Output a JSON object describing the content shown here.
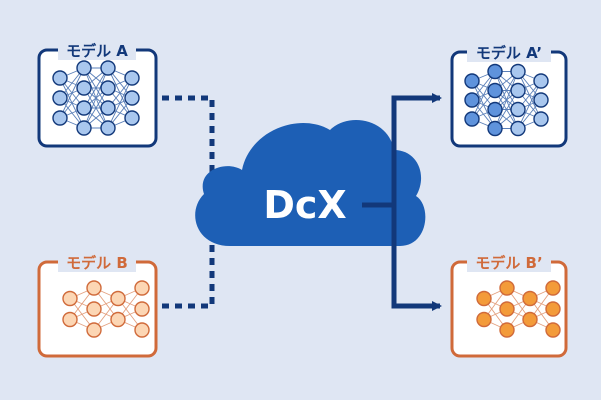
{
  "title": "",
  "cloud": {
    "label": "DcX"
  },
  "models": {
    "a": {
      "label": "モデル A"
    },
    "b": {
      "label": "モデル B"
    },
    "a_prime": {
      "label": "モデル A’"
    },
    "b_prime": {
      "label": "モデル B’"
    }
  },
  "colors": {
    "background": "#dfe6f3",
    "navy": "#12387a",
    "cloud_blue": "#1d5fb5",
    "node_blue": "#a9c7ee",
    "node_blue_dark": "#5f93dc",
    "orange_border": "#d06a3a",
    "node_orange_light": "#fcd6b4",
    "node_orange_dark": "#f39b3a"
  },
  "icons": [
    "neural-network-icon",
    "cloud-icon",
    "arrow-right-icon"
  ]
}
